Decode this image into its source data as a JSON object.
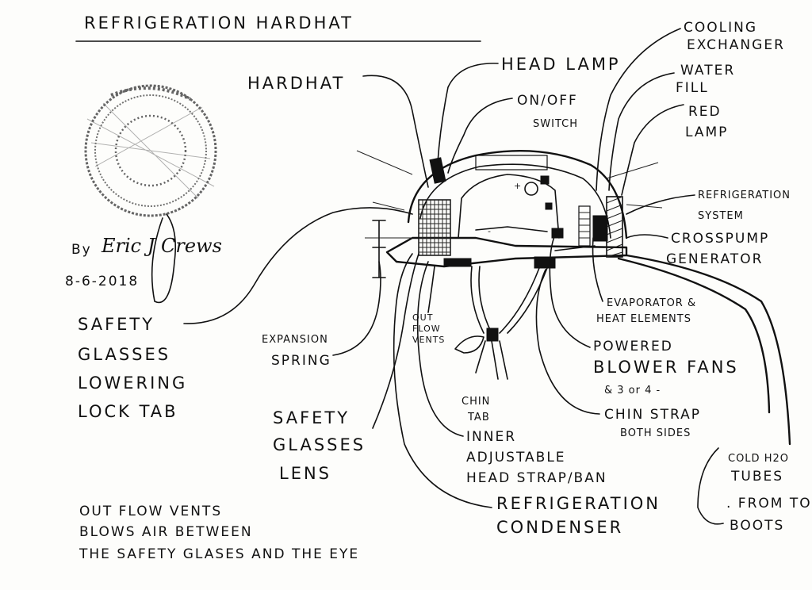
{
  "title": "REFRIGERATION HARDHAT",
  "author": {
    "by": "By",
    "signature": "Eric J Crews",
    "date": "8-6-2018"
  },
  "labels": {
    "hardhat": "HARDHAT",
    "head_lamp": "HEAD LAMP",
    "on_off_switch_1": "ON/OFF",
    "on_off_switch_2": "SWITCH",
    "cooling_exchanger_1": "COOLING",
    "cooling_exchanger_2": "EXCHANGER",
    "water_fill_1": "WATER",
    "water_fill_2": "FILL",
    "red_lamp_1": "RED",
    "red_lamp_2": "LAMP",
    "refrigeration_system_1": "REFRIGERATION",
    "refrigeration_system_2": "SYSTEM",
    "crosspump_generator_1": "CROSSPUMP",
    "crosspump_generator_2": "GENERATOR",
    "evaporator_1": "EVAPORATOR &",
    "evaporator_2": "HEAT ELEMENTS",
    "blower_fans_1": "POWERED",
    "blower_fans_2": "BLOWER FANS",
    "blower_fans_3": "& 3 or 4 -",
    "chin_strap_1": "CHIN STRAP",
    "chin_strap_2": "BOTH SIDES",
    "chin_tab_1": "CHIN",
    "chin_tab_2": "TAB",
    "head_strap_1": "INNER",
    "head_strap_2": "ADJUSTABLE",
    "head_strap_3": "HEAD STRAP/BAN",
    "out_flow_vents_1": "OUT",
    "out_flow_vents_2": "FLOW",
    "out_flow_vents_3": "VENTS",
    "expansion_spring_1": "EXPANSION",
    "expansion_spring_2": "SPRING",
    "safety_glasses_tab_1": "SAFETY",
    "safety_glasses_tab_2": "GLASSES",
    "safety_glasses_tab_3": "LOWERING",
    "safety_glasses_tab_4": "LOCK TAB",
    "safety_glasses_lens_1": "SAFETY",
    "safety_glasses_lens_2": "GLASSES",
    "safety_glasses_lens_3": "LENS",
    "condenser_1": "REFRIGERATION",
    "condenser_2": "CONDENSER",
    "cold_tubes_1": "COLD H2O",
    "cold_tubes_2": "TUBES",
    "cold_tubes_3": ". FROM TO",
    "cold_tubes_4": "BOOTS"
  },
  "note": {
    "line1": "OUT FLOW VENTS",
    "line2": "BLOWS AIR BETWEEN",
    "line3": "THE SAFETY GLASES AND THE EYE"
  }
}
